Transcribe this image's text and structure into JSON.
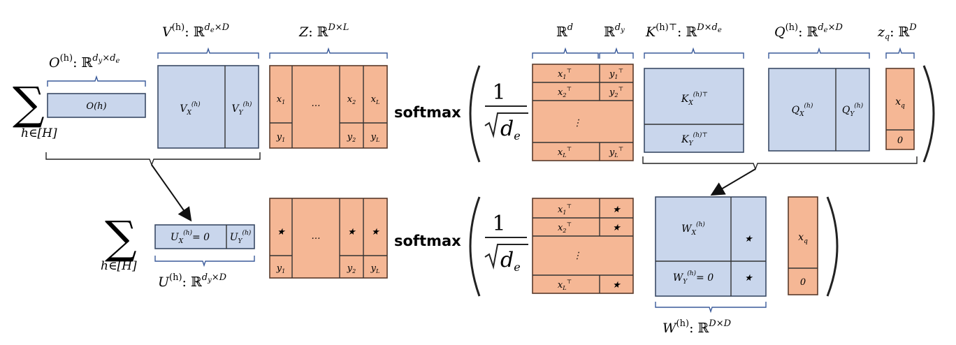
{
  "top": {
    "sum_symbol": "∑",
    "sum_index": "h∈[H]",
    "O_label": "O",
    "O_sup": "(h)",
    "O_space": ": ℝ",
    "O_dim": "d",
    "O_dim_sub": "y",
    "O_dim_rest": "×d",
    "O_dim_rest_sub": "e",
    "O_cell": "O(h)",
    "V_label": "V",
    "V_sup": "(h)",
    "V_space": ": ℝ",
    "V_dim": "d",
    "V_dim_sub": "e",
    "V_dim_rest": "×D",
    "VX": "V",
    "VX_sub": "X",
    "VX_sup": "(h)",
    "VY": "V",
    "VY_sub": "Y",
    "VY_sup": "(h)",
    "Z_label": "Z",
    "Z_space": ": ℝ",
    "Z_dim": "D×L",
    "z_x1": "x",
    "z_x1_sub": "1",
    "z_dots": "…",
    "z_x2": "x",
    "z_x2_sub": "2",
    "z_xL": "x",
    "z_xL_sub": "L",
    "z_y1": "y",
    "z_y1_sub": "1",
    "z_y2": "y",
    "z_y2_sub": "2",
    "z_yL": "y",
    "z_yL_sub": "L",
    "softmax": "softmax",
    "frac_num": "1",
    "frac_den": "d",
    "frac_den_sub": "e",
    "Rd_label": "ℝ",
    "Rd_sup": "d",
    "Rdy_label": "ℝ",
    "Rdy_sup": "d",
    "Rdy_sup_sub": "y",
    "zt_rows": [
      {
        "x": "x",
        "xs": "1",
        "y": "y",
        "ys": "1"
      },
      {
        "x": "x",
        "xs": "2",
        "y": "y",
        "ys": "2"
      },
      {
        "x": "x",
        "xs": "L",
        "y": "y",
        "ys": "L"
      }
    ],
    "zt_vdots": "⋮",
    "T_mark": "⊤",
    "K_label": "K",
    "K_sup": "(h)",
    "K_sup_T": "⊤",
    "K_space": ": ℝ",
    "K_dim": "D×d",
    "K_dim_sub": "e",
    "KX": "K",
    "KX_sub": "X",
    "KX_sup": "(h)",
    "KY": "K",
    "KY_sub": "Y",
    "KY_sup": "(h)",
    "Q_label": "Q",
    "Q_sup": "(h)",
    "Q_space": ": ℝ",
    "Q_dim": "d",
    "Q_dim_sub": "e",
    "Q_dim_rest": "×D",
    "QX": "Q",
    "QX_sub": "X",
    "QX_sup": "(h)",
    "QY": "Q",
    "QY_sub": "Y",
    "QY_sup": "(h)",
    "zq_label": "z",
    "zq_sub": "q",
    "zq_space": ": ℝ",
    "zq_dim": "D",
    "zq_x": "x",
    "zq_x_sub": "q",
    "zq_zero": "0"
  },
  "bottom": {
    "sum_symbol": "∑",
    "sum_index": "h∈[H]",
    "UX": "U",
    "UX_sub": "X",
    "UX_sup": "(h)",
    "UX_eq": "= 0",
    "UY": "U",
    "UY_sub": "Y",
    "UY_sup": "(h)",
    "U_label": "U",
    "U_sup": "(h)",
    "U_space": ": ℝ",
    "U_dim": "d",
    "U_dim_sub": "y",
    "U_dim_rest": "×D",
    "star": "★",
    "z_dots": "…",
    "z_y1": "y",
    "z_y1_sub": "1",
    "z_y2": "y",
    "z_y2_sub": "2",
    "z_yL": "y",
    "z_yL_sub": "L",
    "softmax": "softmax",
    "frac_num": "1",
    "frac_den": "d",
    "frac_den_sub": "e",
    "zt_rows": [
      {
        "x": "x",
        "xs": "1"
      },
      {
        "x": "x",
        "xs": "2"
      },
      {
        "x": "x",
        "xs": "L"
      }
    ],
    "zt_vdots": "⋮",
    "T_mark": "⊤",
    "WX": "W",
    "WX_sub": "X",
    "WX_sup": "(h)",
    "WY": "W",
    "WY_sub": "Y",
    "WY_sup": "(h)",
    "WY_eq": "= 0",
    "W_label": "W",
    "W_sup": "(h)",
    "W_space": ": ℝ",
    "W_dim": "D×D",
    "zq_x": "x",
    "zq_x_sub": "q",
    "zq_zero": "0"
  },
  "colors": {
    "blue_fill": "#c9d6ec",
    "orange_fill": "#f5b795",
    "brace": "#3a5a9a"
  }
}
